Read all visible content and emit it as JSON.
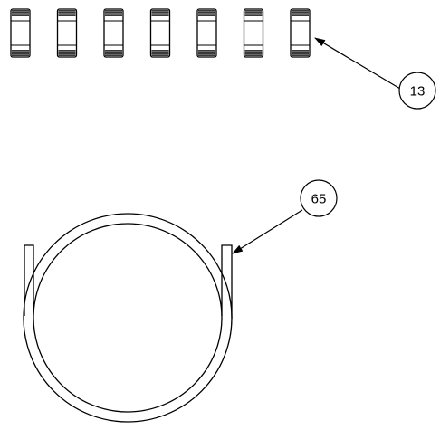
{
  "parts": {
    "fittings": {
      "count": 7,
      "callout": "13"
    },
    "coil": {
      "callout": "65"
    }
  },
  "colors": {
    "line": "#000000",
    "background": "#ffffff"
  }
}
